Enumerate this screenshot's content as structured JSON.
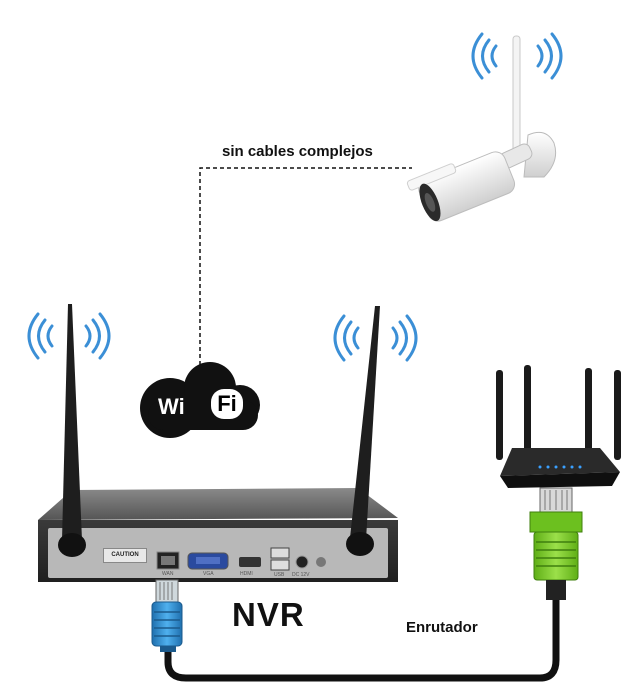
{
  "diagram": {
    "cables_label": "sin cables complejos",
    "nvr_label": "NVR",
    "router_label": "Enrutador",
    "wifi_logo": {
      "wi": "Wi",
      "fi": "Fi"
    },
    "nvr_panel": {
      "caution": "CAUTION",
      "ports": [
        "WAN",
        "VGA",
        "HDMI",
        "USB",
        "DC 12V"
      ]
    }
  },
  "colors": {
    "signal_waves": "#3b8fd6",
    "nvr_body": "#5a5a5a",
    "ethernet_blue": "#2f8fd0",
    "ethernet_green": "#7fcf2a",
    "cable": "#111111",
    "camera": "#f2f2f2"
  },
  "icons": [
    "wifi-signal-icon",
    "wifi-cloud-icon",
    "ip-camera-icon",
    "router-icon",
    "ethernet-plug-icon",
    "nvr-icon"
  ]
}
